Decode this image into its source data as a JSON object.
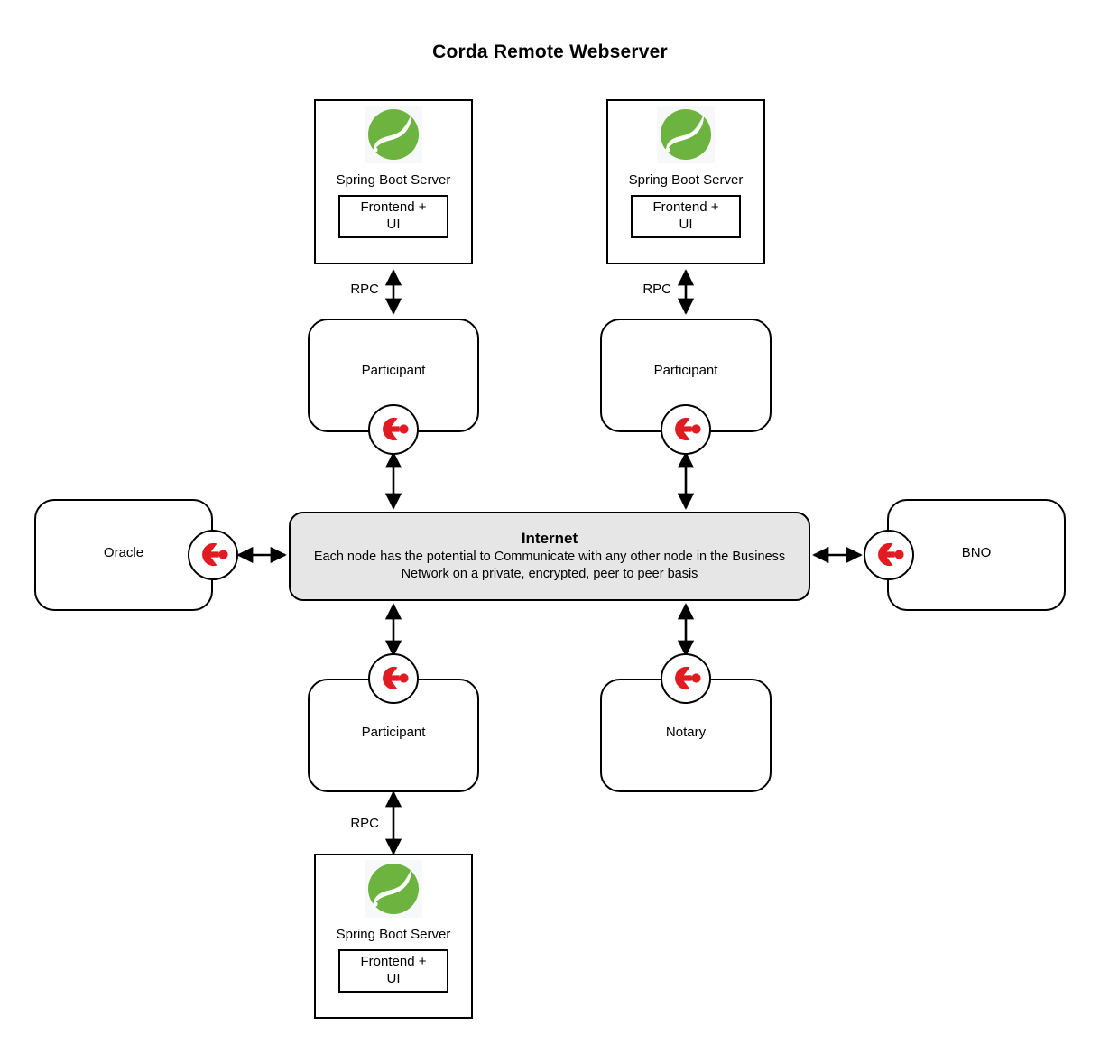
{
  "diagram": {
    "title": "Corda Remote Webserver",
    "colors": {
      "corda_red": "#e11b22",
      "spring_green": "#6db33f",
      "internet_fill": "#e6e6e6",
      "stroke": "#000000",
      "background": "#ffffff"
    }
  },
  "nodes": {
    "spring_boot_top_left": {
      "label": "Spring Boot Server",
      "inner_label": "Frontend +\nUI",
      "logo": "spring-boot-logo"
    },
    "spring_boot_top_right": {
      "label": "Spring Boot Server",
      "inner_label": "Frontend +\nUI",
      "logo": "spring-boot-logo"
    },
    "spring_boot_bottom": {
      "label": "Spring Boot Server",
      "inner_label": "Frontend +\nUI",
      "logo": "spring-boot-logo"
    },
    "participant_top_left": {
      "label": "Participant",
      "badge": "corda-logo"
    },
    "participant_top_right": {
      "label": "Participant",
      "badge": "corda-logo"
    },
    "participant_bottom": {
      "label": "Participant",
      "badge": "corda-logo"
    },
    "notary": {
      "label": "Notary",
      "badge": "corda-logo"
    },
    "oracle": {
      "label": "Oracle",
      "badge": "corda-logo"
    },
    "bno": {
      "label": "BNO",
      "badge": "corda-logo"
    }
  },
  "internet": {
    "title": "Internet",
    "description": "Each node has the potential to Communicate with any other node in the Business Network on a private, encrypted, peer to peer basis"
  },
  "connections": {
    "rpc_top_left": {
      "label": "RPC"
    },
    "rpc_top_right": {
      "label": "RPC"
    },
    "rpc_bottom": {
      "label": "RPC"
    }
  }
}
